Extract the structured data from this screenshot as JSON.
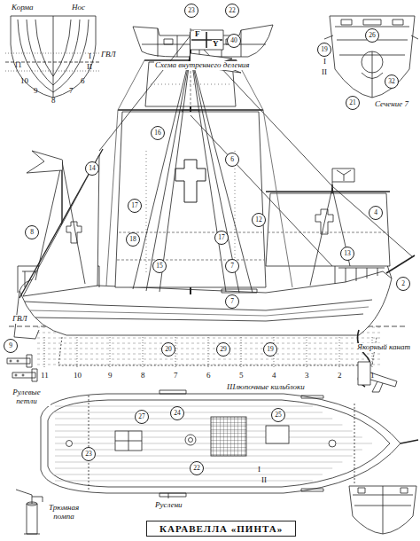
{
  "diagram": {
    "nodes": [
      {
        "text": [
          "КАРАВЕЛЛА «ПИНТА»"
        ]
      }
    ],
    "labels": [
      "Корма",
      "Нос",
      "11",
      "10",
      "9",
      "8",
      "7",
      "6",
      "I",
      "II",
      "ГВЛ",
      "23",
      "22",
      "Схема внутреннего деления",
      "19",
      "26",
      "32",
      "21",
      "Сечение 7",
      "I",
      "II",
      "F",
      "Y",
      "40",
      "14",
      "16",
      "6",
      "8",
      "12",
      "4",
      "17",
      "17",
      "15",
      "7",
      "7",
      "13",
      "18",
      "2",
      "9",
      "20",
      "29",
      "19",
      "ГВЛ",
      "11",
      "10",
      "9",
      "8",
      "7",
      "6",
      "5",
      "4",
      "3",
      "2",
      "1",
      "Якорный канат",
      "Шлюпочные кильблоки",
      "Рулевые петли",
      "Трюмная помпа",
      "Руслени",
      "27",
      "24",
      "22",
      "23",
      "25",
      "I",
      "II"
    ]
  }
}
